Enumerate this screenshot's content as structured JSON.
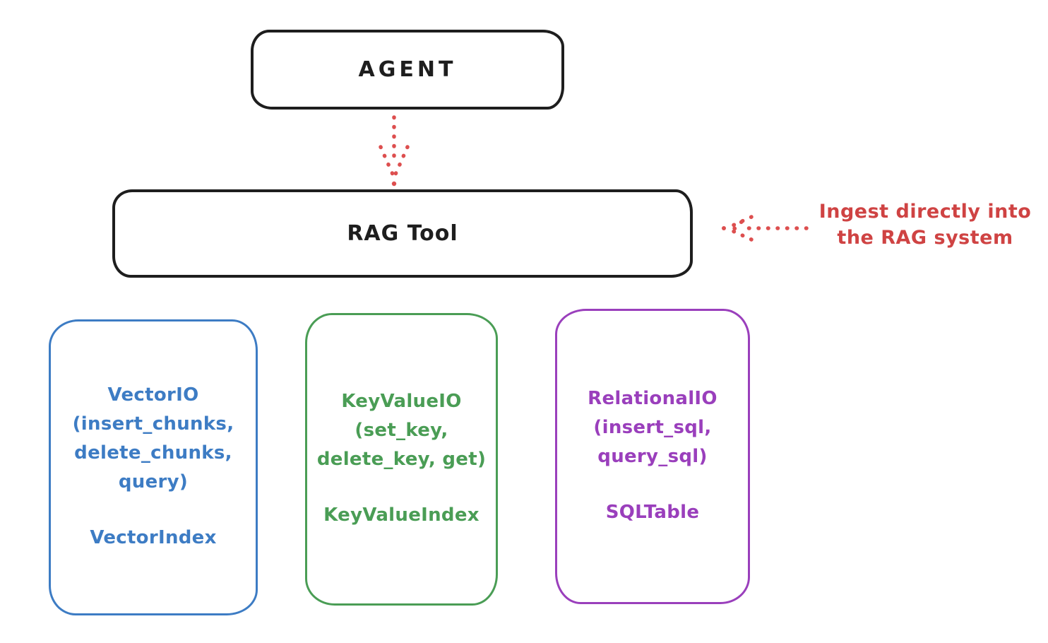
{
  "canvas": {
    "background": "#ffffff"
  },
  "nodes": {
    "agent": {
      "label": "AGENT",
      "stroke": "#1e1e1e"
    },
    "rag_tool": {
      "label": "RAG Tool",
      "stroke": "#1e1e1e"
    },
    "vector_io": {
      "stroke": "#3d7cc4",
      "lines": [
        "VectorIO",
        "(insert_chunks,",
        "delete_chunks,",
        "query)"
      ],
      "index_label": "VectorIndex"
    },
    "keyvalue_io": {
      "stroke": "#4a9d55",
      "lines": [
        "KeyValueIO",
        "(set_key,",
        "delete_key, get)"
      ],
      "index_label": "KeyValueIndex"
    },
    "relational_io": {
      "stroke": "#9a3fbc",
      "lines": [
        "RelationalIO",
        "(insert_sql,",
        "query_sql)"
      ],
      "index_label": "SQLTable"
    }
  },
  "annotation": {
    "lines": [
      "Ingest directly into",
      "the RAG system"
    ],
    "color": "#cf4343"
  },
  "arrows": {
    "agent_to_rag_tool": {
      "color": "#dd4f4f",
      "style": "dotted",
      "direction": "down"
    },
    "ingest_to_rag_tool": {
      "color": "#dd4f4f",
      "style": "dotted",
      "direction": "left"
    }
  }
}
